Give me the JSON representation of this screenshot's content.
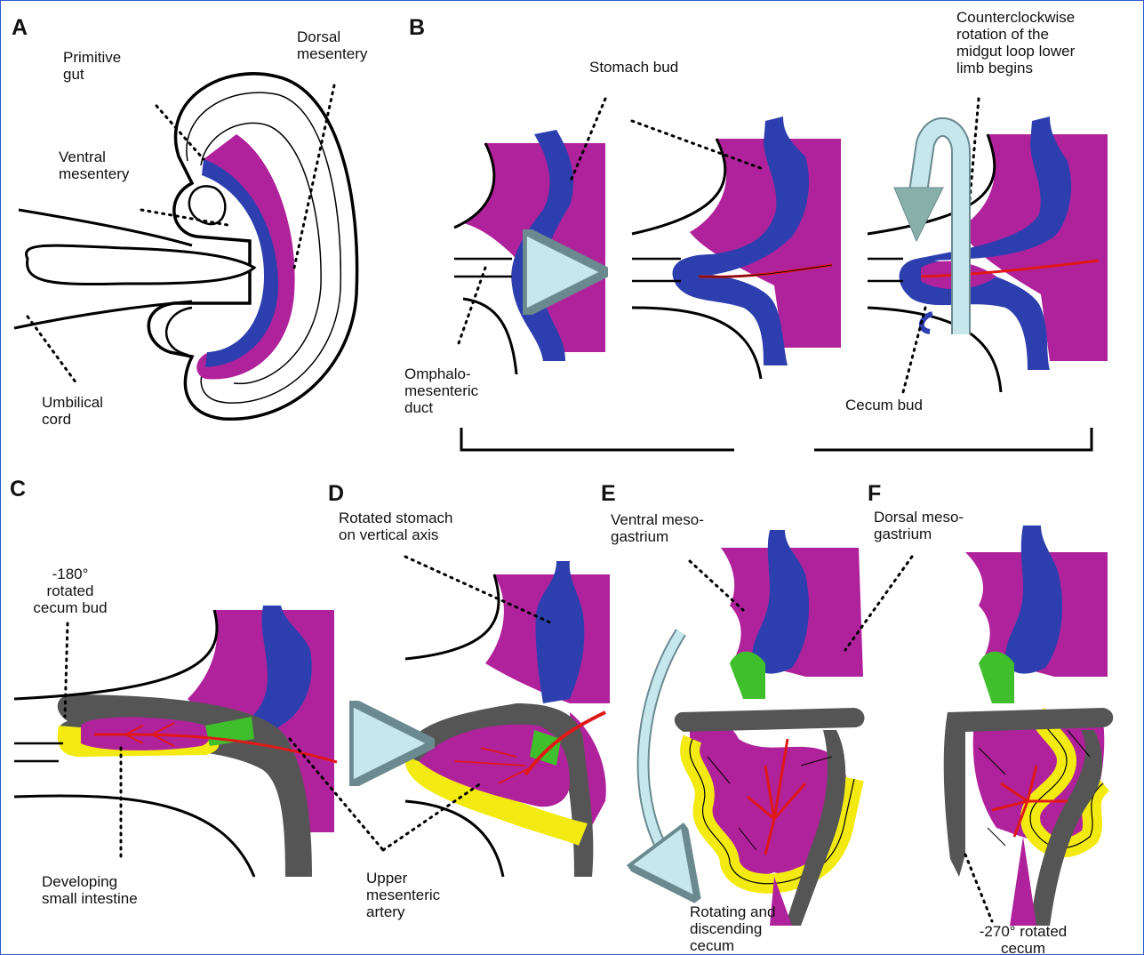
{
  "panels": {
    "a": "A",
    "b": "B",
    "c": "C",
    "d": "D",
    "e": "E",
    "f": "F"
  },
  "labels": {
    "primitive_gut": "Primitive\ngut",
    "dorsal_mesentery": "Dorsal\nmesentery",
    "ventral_mesentery": "Ventral\nmesentery",
    "umbilical_cord": "Umbilical\ncord",
    "stomach_bud": "Stomach bud",
    "counterclockwise": "Counterclockwise\nrotation of the\nmidgut loop lower\nlimb begins",
    "omphalo": "Omphalo-\nmesenteric\nduct",
    "cecum_bud": "Cecum bud",
    "rotated_cecum_bud": "-180°\nrotated\ncecum bud",
    "rotated_stomach": "Rotated stomach\non vertical axis",
    "developing_small": "Developing\nsmall intestine",
    "upper_mesenteric": "Upper\nmesenteric\nartery",
    "ventral_meso": "Ventral meso-\ngastrium",
    "dorsal_meso": "Dorsal meso-\ngastrium",
    "rotating_cecum": "Rotating and\ndiscending\ncecum",
    "rotated_270": "-270° rotated\ncecum"
  },
  "colors": {
    "mesentery": "#b0229b",
    "stomach": "#2d3fae",
    "gut_wall": "#555555",
    "intestine": "#f2ea10",
    "duodenum": "#3fbf2c",
    "artery": "#e01818",
    "arrow": "#c6e7ec"
  }
}
